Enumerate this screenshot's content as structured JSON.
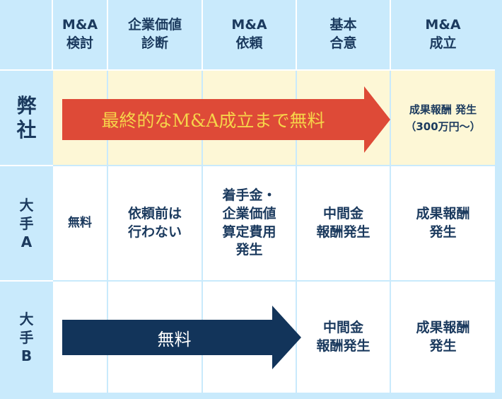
{
  "columns": [
    "M&A\n検討",
    "企業価値\n診断",
    "M&A\n依頼",
    "基本\n合意",
    "M&A\n成立"
  ],
  "rows": [
    {
      "label": "弊\n社",
      "arrow_text": "最終的なM&A成立まで無料",
      "last": "成果報酬 発生\n（300万円〜）"
    },
    {
      "label": "大\n手\nA",
      "cells": [
        "無料",
        "依頼前は\n行わない",
        "着手金・\n企業価値\n算定費用\n発生",
        "中間金\n報酬発生",
        "成果報酬\n発生"
      ]
    },
    {
      "label": "大\n手\nB",
      "arrow_text": "無料",
      "cells": [
        "中間金\n報酬発生",
        "成果報酬\n発生"
      ]
    }
  ],
  "colors": {
    "bg": "#c9eafc",
    "cream": "#fdf7d6",
    "red": "#de4a37",
    "navy": "#12345a",
    "arrow_text_red": "#f6d44a"
  }
}
